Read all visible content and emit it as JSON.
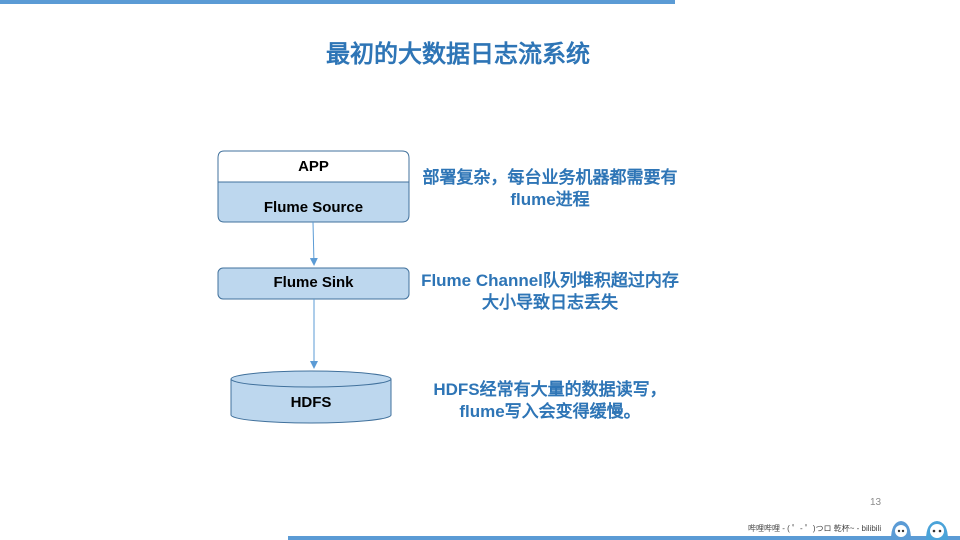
{
  "title": "最初的大数据日志流系统",
  "diagram": {
    "app_label": "APP",
    "source_label": "Flume Source",
    "sink_label": "Flume Sink",
    "hdfs_label": "HDFS"
  },
  "notes": [
    {
      "line1": "部署复杂，每台业务机器都需要有",
      "line2": "flume进程"
    },
    {
      "line1": "Flume Channel队列堆积超过内存",
      "line2": "大小导致日志丢失"
    },
    {
      "line1": "HDFS经常有大量的数据读写，",
      "line2": "flume写入会变得缓慢。"
    }
  ],
  "page_number": "13",
  "watermark": "哔哩哔哩 - ( ゜- ゜)つロ 乾杯~ - bilibili",
  "colors": {
    "accent": "#2e75b6",
    "bar": "#5b9bd5",
    "box_fill": "#bdd7ee",
    "box_stroke": "#41719c"
  }
}
